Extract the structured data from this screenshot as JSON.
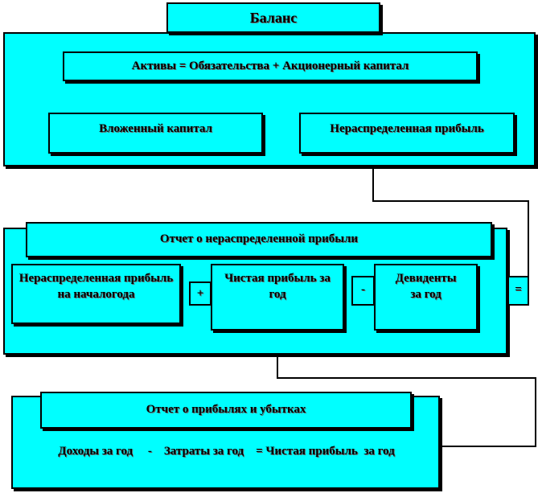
{
  "balance": {
    "title": "Баланс",
    "equation": "Активы  = Обязательства + Акционерный  капитал",
    "invested": "Вложенный капитал",
    "retained": "Нераспределенная прибыль"
  },
  "retained_report": {
    "title": "Отчет   о нераспределенной прибыли",
    "opening": "Нераспределенная прибыль на началогода",
    "plus": "+",
    "net_income": "Чистая прибыль за год",
    "minus": "-",
    "dividends": "Девиденты за год",
    "equals": "="
  },
  "income_report": {
    "title": "Отчет  о прибылях  и убытках",
    "formula": "Доходы за год     -    Затраты за год    = Чистая прибыль  за год"
  }
}
